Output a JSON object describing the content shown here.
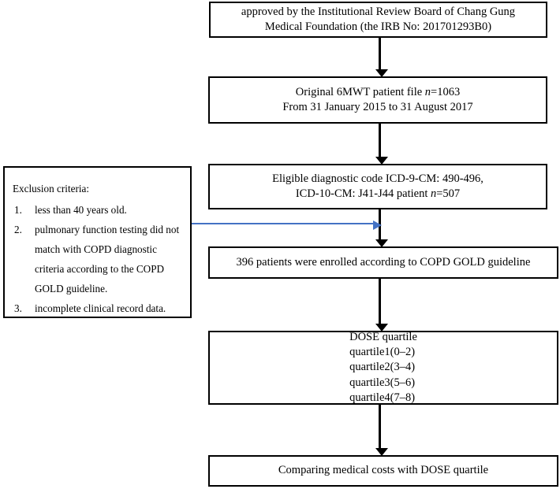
{
  "diagram": {
    "title": "COPD DOSE quartile patient selection flowchart",
    "accent_color": "#4472C4",
    "line_color": "#000000",
    "background": "#ffffff"
  },
  "nodes": {
    "irb": {
      "line1": "approved by the Institutional Review Board of Chang Gung",
      "line2": "Medical Foundation (the IRB No: 201701293B0)"
    },
    "original": {
      "line1": "Original 6MWT patient file n=1063",
      "line2": "From 31 January 2015 to 31 August 2017"
    },
    "eligible": {
      "line1": "Eligible diagnostic code ICD-9-CM: 490-496,",
      "line2": "ICD-10-CM: J41-J44 patient n=507"
    },
    "enrolled": {
      "line1": "396 patients were enrolled according to COPD GOLD guideline"
    },
    "dose": {
      "title": "DOSE quartile",
      "quartiles": [
        "quartile1(0–2)",
        "quartile2(3–4)",
        "quartile3(5–6)",
        "quartile4(7–8)"
      ]
    },
    "compare": {
      "line1": "Comparing medical costs with DOSE quartile"
    },
    "exclusion": {
      "heading": "Exclusion criteria:",
      "items": [
        {
          "num": "1.",
          "text": "less than 40 years old."
        },
        {
          "num": "2.",
          "text": "pulmonary function testing did not match with COPD diagnostic criteria according to the COPD GOLD guideline."
        },
        {
          "num": "3.",
          "text": "incomplete clinical record data."
        }
      ]
    }
  },
  "connectors": {
    "irb_to_original": "arrow-down",
    "original_to_eligible": "arrow-down",
    "eligible_to_enrolled": "arrow-down",
    "enrolled_to_dose": "arrow-down",
    "dose_to_compare": "arrow-down",
    "exclusion_to_flow": "arrow-right-blue"
  }
}
